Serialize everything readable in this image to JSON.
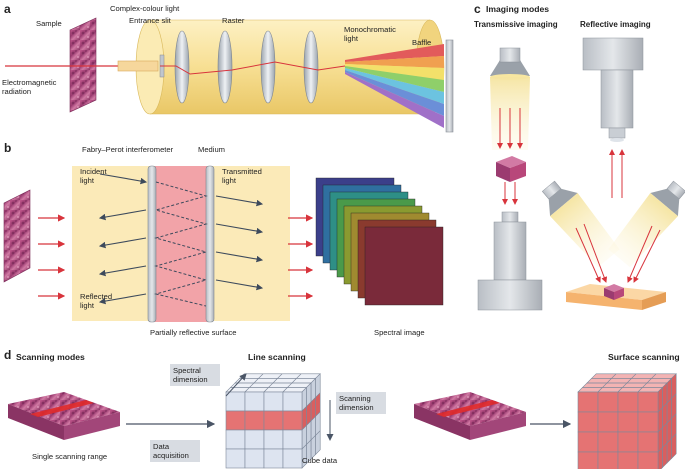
{
  "panel_a": {
    "letter": "a",
    "labels": {
      "sample": "Sample",
      "complex_light": "Complex-colour light",
      "entrance_slit": "Entrance slit",
      "raster": "Raster",
      "electromagnetic_radiation": "Electromagnetic radiation",
      "monochromatic_light": "Monochromatic light",
      "baffle": "Baffle"
    },
    "spectrum_colors": [
      "#e25b5b",
      "#f0a050",
      "#f3e06a",
      "#8fcf6a",
      "#6cc3e0",
      "#6b8fd8",
      "#a070c8"
    ]
  },
  "panel_b": {
    "letter": "b",
    "labels": {
      "fabry_perot": "Fabry–Perot interferometer",
      "medium": "Medium",
      "incident_light": "Incident light",
      "transmitted_light": "Transmitted light",
      "reflected_light": "Reflected light",
      "partially_reflective_surface": "Partially reflective surface",
      "spectral_image": "Spectral image"
    }
  },
  "panel_c": {
    "letter": "c",
    "title": "Imaging modes",
    "transmissive_title": "Transmissive imaging",
    "reflective_title": "Reflective imaging"
  },
  "panel_d": {
    "letter": "d",
    "title": "Scanning modes",
    "line_scanning": "Line scanning",
    "surface_scanning": "Surface scanning",
    "spectral_dimension": "Spectral dimension",
    "scanning_dimension": "Scanning dimension",
    "data_acquisition": "Data acquisition",
    "single_scanning_range": "Single scanning range",
    "cube_data": "Cube data"
  },
  "colors": {
    "arrow_red": "#d8343c",
    "panel_yellow": "#fbeab8",
    "cube_blue": "#dde4f0",
    "cube_red": "#e57373",
    "tissue_pink": "#b8477a"
  }
}
